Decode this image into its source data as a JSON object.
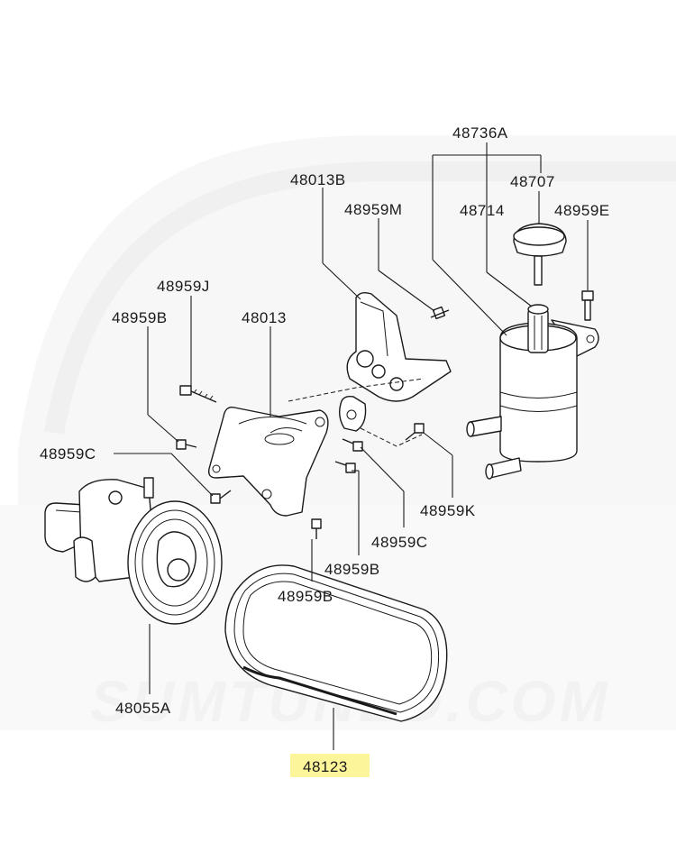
{
  "watermark": "SUMTUNED.COM",
  "highlight_color": "#fdf59a",
  "labels": {
    "reservoir_assembly": "48736A",
    "cap": "48707",
    "filter": "48714",
    "reservoir_bolt": "48959E",
    "bracket_upper": "48013B",
    "bracket_upper_bolt": "48959M",
    "stud_j": "48959J",
    "bracket_main": "48013",
    "bolt_b_left": "48959B",
    "bolt_c_left": "48959C",
    "bolt_k": "48959K",
    "bolt_c_right": "48959C",
    "bolt_b_right": "48959B",
    "bolt_b_lower": "48959B",
    "pump": "48055A",
    "belt": "48123"
  }
}
